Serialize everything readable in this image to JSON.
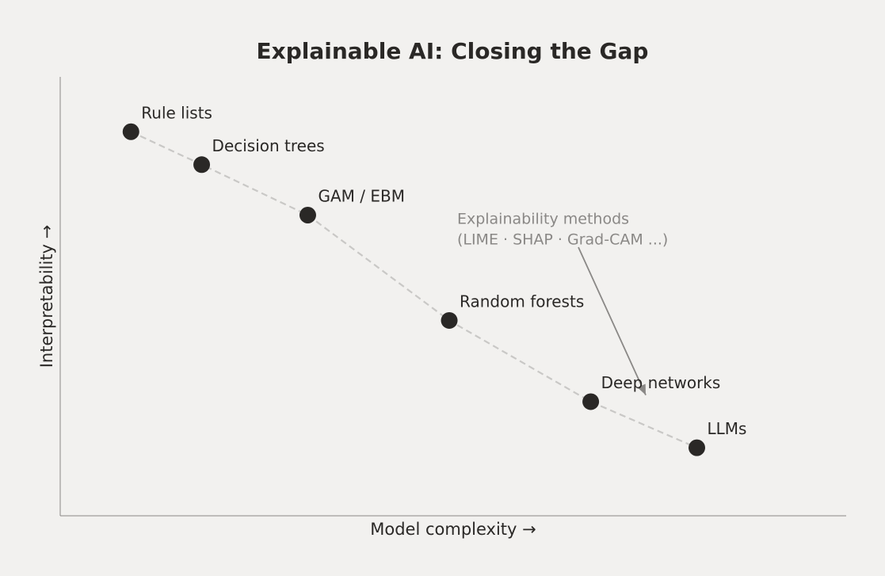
{
  "chart_data": {
    "type": "scatter",
    "title": "Explainable AI: Closing the Gap",
    "xlabel": "Model complexity →",
    "ylabel": "Interpretability →",
    "xlim": [
      0,
      10
    ],
    "ylim": [
      0,
      10
    ],
    "grid": false,
    "legend": "none",
    "ticks": "none",
    "connector": "dashed line through points",
    "points": [
      {
        "label": "Rule lists",
        "x": 0.9,
        "y": 8.75
      },
      {
        "label": "Decision trees",
        "x": 1.8,
        "y": 8.0
      },
      {
        "label": "GAM / EBM",
        "x": 3.15,
        "y": 6.85
      },
      {
        "label": "Random forests",
        "x": 4.95,
        "y": 4.45
      },
      {
        "label": "Deep networks",
        "x": 6.75,
        "y": 2.6
      },
      {
        "label": "LLMs",
        "x": 8.1,
        "y": 1.55
      }
    ],
    "annotation": {
      "lines": [
        "Explainability methods",
        "(LIME · SHAP · Grad-CAM ...)"
      ],
      "text_at": {
        "x": 5.05,
        "y": 6.65
      },
      "arrow_to": {
        "x": 7.45,
        "y": 2.75
      }
    },
    "colors": {
      "background": "#f2f1ef",
      "point": "#2a2826",
      "connector": "#c9c8c6",
      "axis": "#8a8886",
      "annotation": "#8a8886",
      "text": "#2a2826"
    }
  }
}
